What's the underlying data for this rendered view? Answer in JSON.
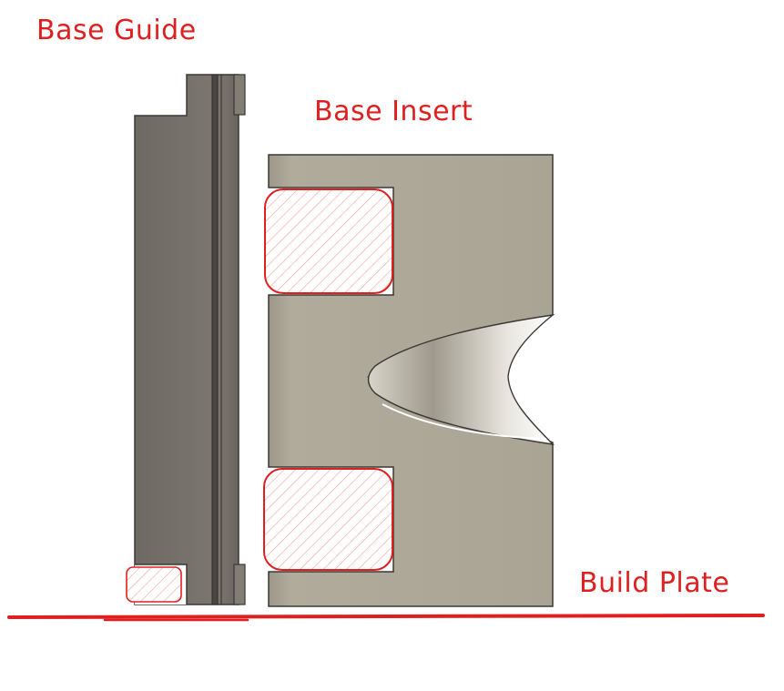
{
  "labels": {
    "base_guide": "Base Guide",
    "base_insert": "Base Insert",
    "build_plate": "Build Plate"
  },
  "colors": {
    "annotation": "#e02020",
    "guide_body": "#76716a",
    "insert_body": "#aaa495",
    "outline": "#3a3834"
  }
}
